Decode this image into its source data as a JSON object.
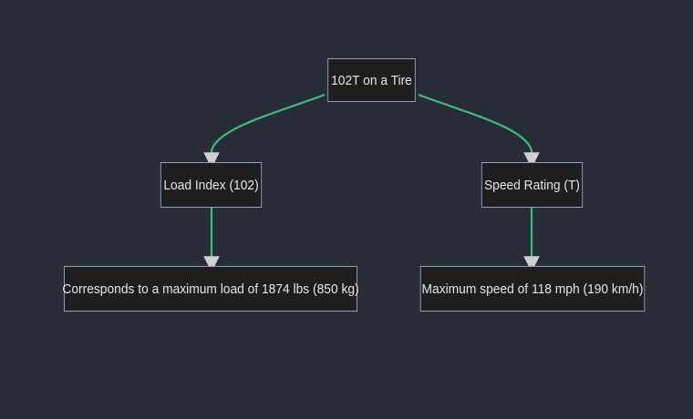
{
  "diagram": {
    "edge_color": "#3ebd7c",
    "arrow_color": "#d0d0d0",
    "nodes": {
      "root": "102T on a Tire",
      "load_index": "Load Index (102)",
      "speed_rating": "Speed Rating (T)",
      "load_detail": "Corresponds to a maximum load of 1874 lbs (850 kg)",
      "speed_detail": "Maximum speed of 118 mph (190 km/h)"
    },
    "edges": [
      {
        "from": "root",
        "to": "load_index"
      },
      {
        "from": "root",
        "to": "speed_rating"
      },
      {
        "from": "load_index",
        "to": "load_detail"
      },
      {
        "from": "speed_rating",
        "to": "speed_detail"
      }
    ]
  }
}
